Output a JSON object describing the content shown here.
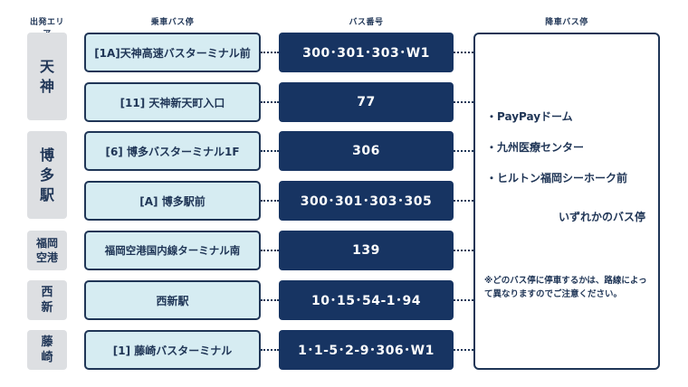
{
  "headers": {
    "area": "出発エリア",
    "boarding": "乗車バス停",
    "bus_number": "バス番号",
    "alighting": "降車バス停"
  },
  "areas": [
    {
      "label": "天神"
    },
    {
      "label": "博多駅"
    },
    {
      "label": "福岡空港"
    },
    {
      "label": "西新"
    },
    {
      "label": "藤崎"
    }
  ],
  "routes": [
    {
      "stop": "[1A]天神高速バスターミナル前",
      "bus": "300･301･303･W1"
    },
    {
      "stop": "[11] 天神新天町入口",
      "bus": "77"
    },
    {
      "stop": "[6] 博多バスターミナル1F",
      "bus": "306"
    },
    {
      "stop": "[A] 博多駅前",
      "bus": "300･301･303･305"
    },
    {
      "stop": "福岡空港国内線ターミナル南",
      "bus": "139"
    },
    {
      "stop": "西新駅",
      "bus": "10･15･54-1･94"
    },
    {
      "stop": "[1] 藤崎バスターミナル",
      "bus": "1･1-5･2-9･306･W1"
    }
  ],
  "destination": {
    "items": [
      "・PayPayドーム",
      "・九州医療センター",
      "・ヒルトン福岡シーホーク前"
    ],
    "any_stop": "いずれかのバス停",
    "note": "※どのバス停に停車するかは、路線によって異なりますのでご注意ください。"
  }
}
